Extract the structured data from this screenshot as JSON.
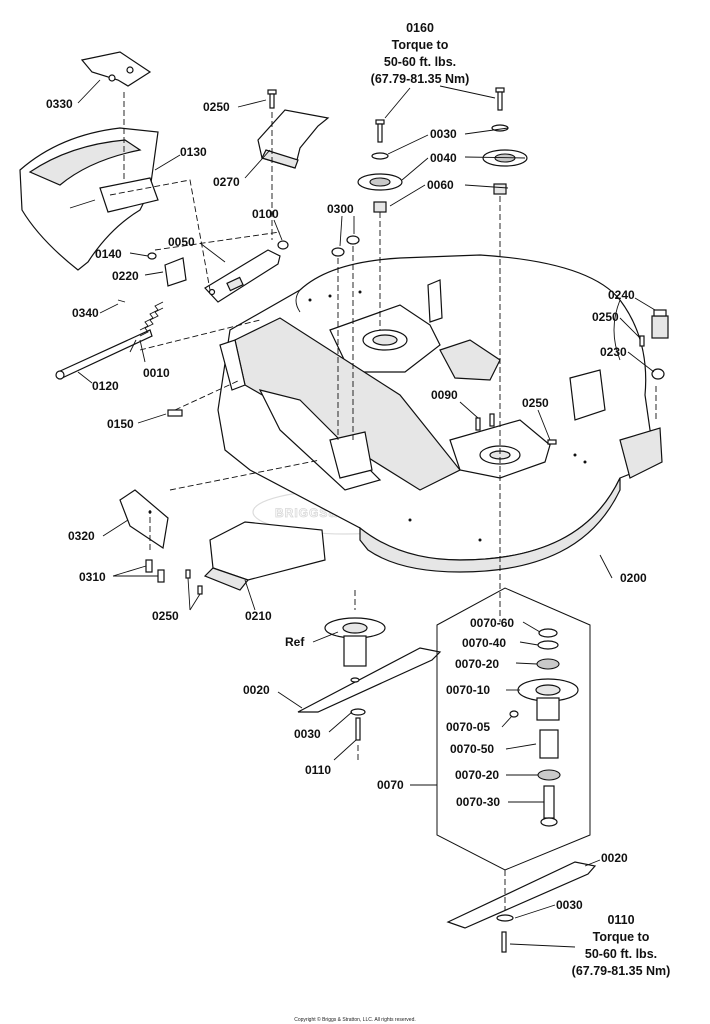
{
  "callouts": {
    "c0160": "0160",
    "c0160_note": [
      "Torque to",
      "50-60 ft. lbs.",
      "(67.79-81.35 Nm)"
    ],
    "c0330": "0330",
    "c0250a": "0250",
    "c0130": "0130",
    "c0270": "0270",
    "c0030a": "0030",
    "c0040": "0040",
    "c0060": "0060",
    "c0300": "0300",
    "c0100": "0100",
    "c0140": "0140",
    "c0050": "0050",
    "c0220": "0220",
    "c0340": "0340",
    "c0240": "0240",
    "c0250b": "0250",
    "c0230": "0230",
    "c0010": "0010",
    "c0120": "0120",
    "c0090": "0090",
    "c0250c": "0250",
    "c0150": "0150",
    "c0320": "0320",
    "c0310": "0310",
    "c0250d": "0250",
    "c0210": "0210",
    "c0200": "0200",
    "c0070_60": "0070-60",
    "c0070_40": "0070-40",
    "cRef": "Ref",
    "c0070_20a": "0070-20",
    "c0070_10": "0070-10",
    "c0020a": "0020",
    "c0070_05": "0070-05",
    "c0030b": "0030",
    "c0070_50": "0070-50",
    "c0110a": "0110",
    "c0070": "0070",
    "c0070_20b": "0070-20",
    "c0070_30": "0070-30",
    "c0020b": "0020",
    "c0030c": "0030",
    "c0110b": "0110",
    "c0110_note": [
      "Torque to",
      "50-60 ft. lbs.",
      "(67.79-81.35 Nm)"
    ]
  },
  "watermark": "BRIGGS&STRATTON",
  "copyright": "Copyright © Briggs & Stratton, LLC. All rights reserved.",
  "colors": {
    "ink": "#111111",
    "paper": "#ffffff",
    "shade": "#e6e6e6",
    "watermark": "#d8d8d8"
  }
}
